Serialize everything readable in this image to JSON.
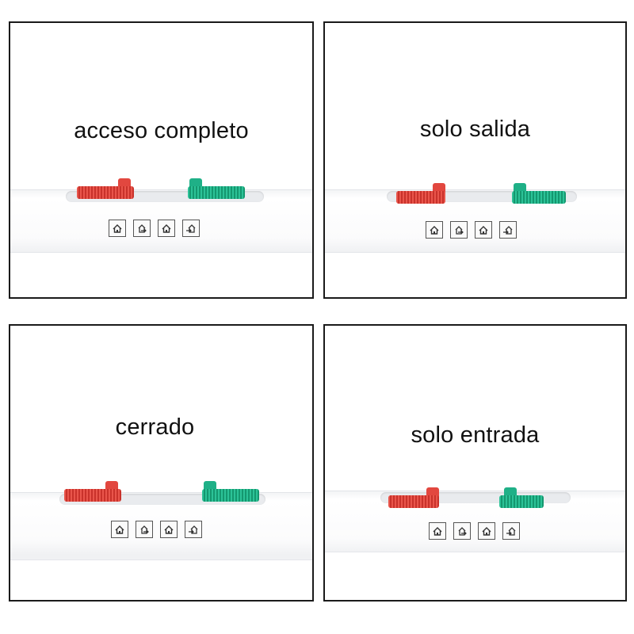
{
  "panels": [
    {
      "label": "acceso completo"
    },
    {
      "label": "solo salida"
    },
    {
      "label": "cerrado"
    },
    {
      "label": "solo entrada"
    }
  ],
  "icons": [
    "house-icon",
    "exit-arrow-icon",
    "house-icon",
    "entry-arrow-icon"
  ],
  "colors": {
    "red": "#e2473f",
    "green": "#1fb087",
    "border": "#1a1a1a"
  }
}
